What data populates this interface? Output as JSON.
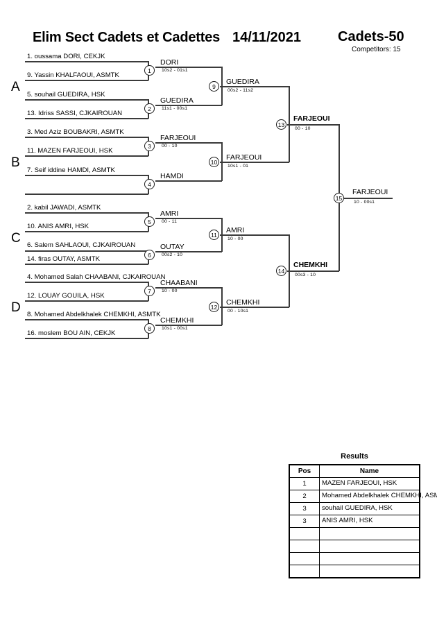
{
  "header": {
    "event_title": "Elim Sect Cadets et Cadettes",
    "date": "14/11/2021",
    "category": "Cadets-50",
    "competitors_label": "Competitors: 15"
  },
  "pools": [
    {
      "label": "A"
    },
    {
      "label": "B"
    },
    {
      "label": "C"
    },
    {
      "label": "D"
    }
  ],
  "entrants": [
    {
      "text": "1. oussama DORI, CEKJK"
    },
    {
      "text": "9. Yassin KHALFAOUI, ASMTK"
    },
    {
      "text": "5. souhail GUEDIRA, HSK"
    },
    {
      "text": "13. Idriss SASSI, CJKAIROUAN"
    },
    {
      "text": "3. Med Aziz BOUBAKRI, ASMTK"
    },
    {
      "text": "11. MAZEN FARJEOUI, HSK"
    },
    {
      "text": "7. Seif iddine HAMDI, ASMTK"
    },
    {
      "text": ""
    },
    {
      "text": "2. kabil JAWADI, ASMTK"
    },
    {
      "text": "10. ANIS AMRI, HSK"
    },
    {
      "text": "6. Salem SAHLAOUI, CJKAIROUAN"
    },
    {
      "text": "14. firas OUTAY, ASMTK"
    },
    {
      "text": "4. Mohamed Salah CHAABANI, CJKAIROUAN"
    },
    {
      "text": "12. LOUAY GOUILA, HSK"
    },
    {
      "text": "8. Mohamed Abdelkhalek CHEMKHI, ASMTK"
    },
    {
      "text": "16. moslem BOU AIN, CEKJK"
    }
  ],
  "matches": [
    {
      "number": "1",
      "winner": "DORI",
      "score": "10s2 - 01s1"
    },
    {
      "number": "2",
      "winner": "GUEDIRA",
      "score": "11s1 - 00s1"
    },
    {
      "number": "3",
      "winner": "FARJEOUI",
      "score": "00 - 10"
    },
    {
      "number": "4",
      "winner": "HAMDI",
      "score": ""
    },
    {
      "number": "5",
      "winner": "AMRI",
      "score": "00 - 11"
    },
    {
      "number": "6",
      "winner": "OUTAY",
      "score": "00s2 - 10"
    },
    {
      "number": "7",
      "winner": "CHAABANI",
      "score": "10 - 00"
    },
    {
      "number": "8",
      "winner": "CHEMKHI",
      "score": "10s1 - 00s1"
    },
    {
      "number": "9",
      "winner": "GUEDIRA",
      "score": "00s2 - 11s2"
    },
    {
      "number": "10",
      "winner": "FARJEOUI",
      "score": "10s1 - 01"
    },
    {
      "number": "11",
      "winner": "AMRI",
      "score": "10 - 00"
    },
    {
      "number": "12",
      "winner": "CHEMKHI",
      "score": "00 - 10s1"
    },
    {
      "number": "13",
      "winner": "FARJEOUI",
      "score": "00 - 10"
    },
    {
      "number": "14",
      "winner": "CHEMKHI",
      "score": "00s3 - 10"
    },
    {
      "number": "15",
      "winner": "FARJEOUI",
      "score": "10 - 00s1"
    }
  ],
  "results": {
    "title": "Results",
    "columns": [
      "Pos",
      "Name"
    ],
    "rows": [
      {
        "pos": "1",
        "name": "MAZEN FARJEOUI, HSK"
      },
      {
        "pos": "2",
        "name": "Mohamed Abdelkhalek CHEMKHI, ASMTK"
      },
      {
        "pos": "3",
        "name": "souhail GUEDIRA, HSK"
      },
      {
        "pos": "3",
        "name": "ANIS AMRI, HSK"
      },
      {
        "pos": "",
        "name": ""
      },
      {
        "pos": "",
        "name": ""
      },
      {
        "pos": "",
        "name": ""
      },
      {
        "pos": "",
        "name": ""
      }
    ]
  }
}
